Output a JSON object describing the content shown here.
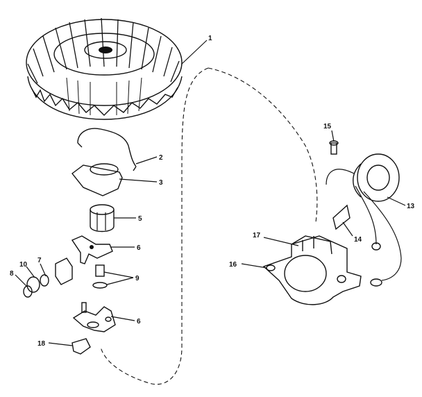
{
  "callouts": {
    "c1": "1",
    "c2": "2",
    "c3": "3",
    "c5": "5",
    "c6a": "6",
    "c6b": "6",
    "c7": "7",
    "c8": "8",
    "c9": "9",
    "c10": "10",
    "c13": "13",
    "c14": "14",
    "c15": "15",
    "c16": "16",
    "c17": "17",
    "c18": "18"
  }
}
